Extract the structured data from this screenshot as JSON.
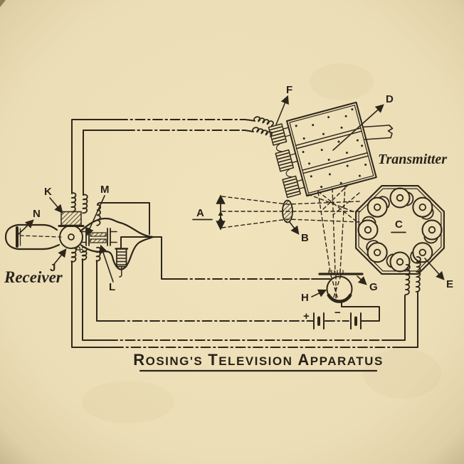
{
  "title": {
    "t1": "R",
    "t2": "OSING'S",
    "t3": "T",
    "t4": "ELEVISION",
    "t5": "A",
    "t6": "PPARATUS"
  },
  "captions": {
    "receiver": "Receiver",
    "transmitter": "Transmitter"
  },
  "labels": {
    "A": "A",
    "B": "B",
    "C": "C",
    "D": "D",
    "E": "E",
    "F": "F",
    "G": "G",
    "H": "H",
    "J": "J",
    "K": "K",
    "L": "L",
    "M": "M",
    "N": "N"
  },
  "battery": {
    "positive": "+",
    "negative": "−"
  },
  "colors": {
    "paper": "#f1e4bd",
    "ink": "#2b241a"
  }
}
